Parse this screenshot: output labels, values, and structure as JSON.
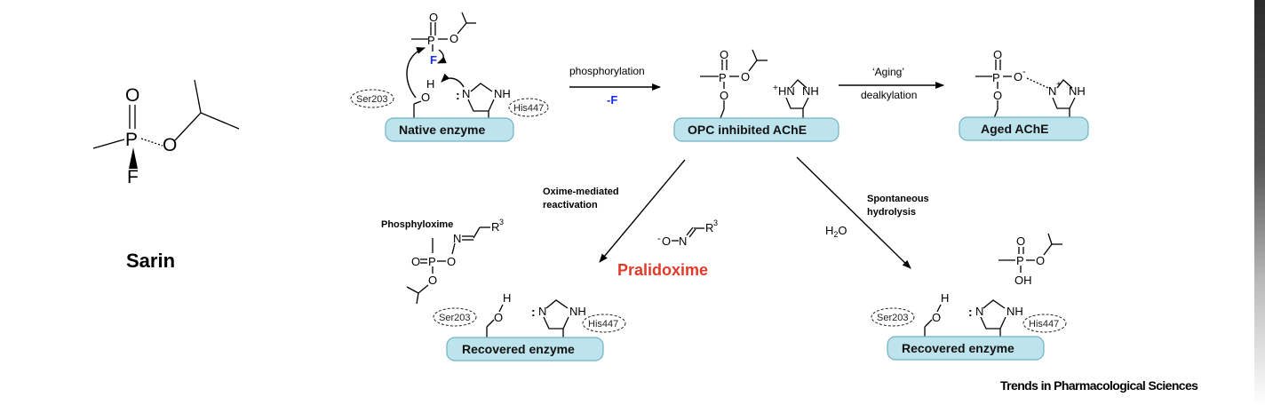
{
  "sarin": {
    "title": "Sarin",
    "atoms": {
      "o": "O",
      "p": "P",
      "o2": "O",
      "f": "F"
    }
  },
  "states": {
    "native": "Native enzyme",
    "opc": "OPC inhibited AChE",
    "aged": "Aged AChE",
    "recovered_left": "Recovered enzyme",
    "recovered_right": "Recovered enzyme"
  },
  "residues": {
    "ser": "Ser203",
    "his": "His447"
  },
  "steps": {
    "phosphorylation": "phosphorylation",
    "minus_f": "-F",
    "aging": "‘Aging’",
    "dealkylation": "dealkylation",
    "oxime_line1": "Oxime-mediated",
    "oxime_line2": "reactivation",
    "spont_line1": "Spontaneous",
    "spont_line2": "hydrolysis",
    "water": "H",
    "water_sub": "2",
    "water_o": "O"
  },
  "labels": {
    "phosphyloxime": "Phosphyloxime",
    "pralidoxime": "Pralidoxime",
    "r3": "R",
    "r3_sup": "3"
  },
  "atoms": {
    "o": "O",
    "p": "P",
    "f": "F",
    "h": "H",
    "n": "N",
    "nh": "NH",
    "hn": "HN",
    "oh": "OH",
    "o_minus": "O",
    "minus": "-",
    "plus": "+",
    "colon": ":"
  },
  "colors": {
    "fluorine_blue": "#1a2cff",
    "pralidoxime_red": "#e03a2a",
    "pill_fill": "#bde3ec",
    "pill_stroke": "#6fb2c4"
  },
  "footer": "Trends in Pharmacological Sciences"
}
